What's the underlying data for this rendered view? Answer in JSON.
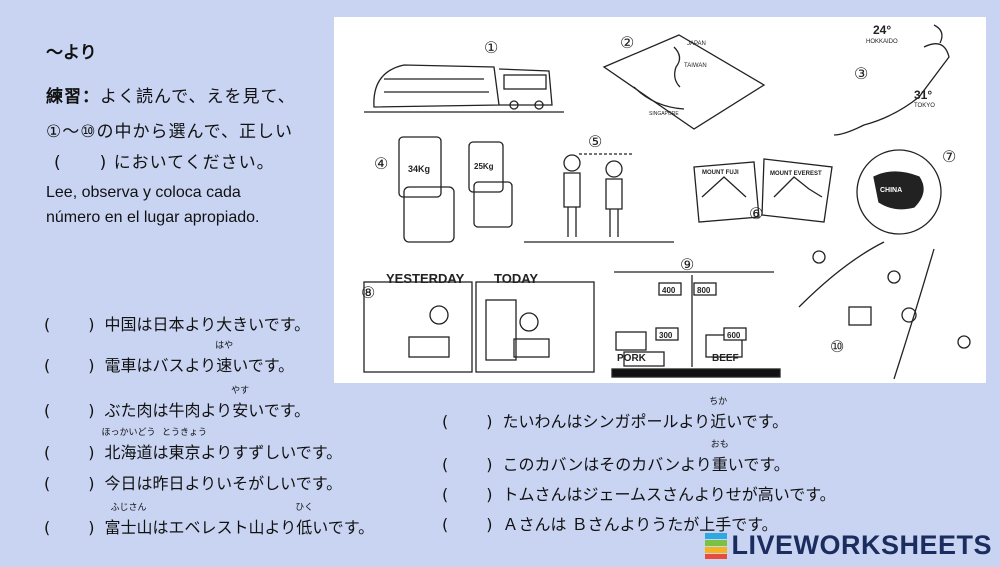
{
  "title": "〜より",
  "instructions": {
    "label": "練習：",
    "line1": "よく読んで、えを見て、",
    "line2": "①〜⑩の中から選んで、正しい",
    "line3_open": "(",
    "line3_close": ")",
    "line3_text": "においてください。",
    "spanish_line1": "Lee, observa y coloca cada",
    "spanish_line2": "número en el lugar apropiado."
  },
  "blank": {
    "open": "(",
    "close": ")"
  },
  "questions_left": [
    {
      "text": "中国は日本より大きいです。"
    },
    {
      "pre": "電車はバスより",
      "ruby_base": "速",
      "ruby_text": "はや",
      "post": "いです。"
    },
    {
      "pre": "ぶた肉は牛肉より",
      "ruby_base": "安",
      "ruby_text": "やす",
      "post": "いです。"
    },
    {
      "ruby1_base": "北海道",
      "ruby1_text": "ほっかいどう",
      "mid": "は",
      "ruby2_base": "東京",
      "ruby2_text": "とうきょう",
      "post": "よりすずしいです。"
    },
    {
      "text": "今日は昨日よりいそがしいです。"
    },
    {
      "ruby1_base": "富士山",
      "ruby1_text": "ふじさん",
      "mid": "はエベレスト山より",
      "ruby2_base": "低",
      "ruby2_text": "ひく",
      "post": "いです。"
    }
  ],
  "questions_right": [
    {
      "pre": "たいわんはシンガポールより",
      "ruby_base": "近",
      "ruby_text": "ちか",
      "post": "いです。"
    },
    {
      "pre": "このカバンはそのカバンより",
      "ruby_base": "重",
      "ruby_text": "おも",
      "post": "いです。"
    },
    {
      "text": "トムさんはジェームスさんよりせが高いです。"
    },
    {
      "text": "Ａさんは Ｂさんよりうたが上手です。"
    }
  ],
  "image": {
    "n1": "①",
    "n2": "②",
    "n3": "③",
    "n4": "④",
    "n5": "⑤",
    "n6": "⑥",
    "n7": "⑦",
    "n8": "⑧",
    "n9": "⑨",
    "n10": "⑩",
    "map_japan": "JAPAN",
    "map_taiwan": "TAIWAN",
    "map_singapore": "SINGAPORE",
    "temp_24": "24°",
    "hokkaido": "HOKKAIDO",
    "temp_31": "31°",
    "tokyo": "TOKYO",
    "weight_34": "34Kg",
    "weight_25": "25Kg",
    "mount_fuji": "MOUNT FUJI",
    "mount_everest": "MOUNT EVEREST",
    "china": "CHINA",
    "yesterday": "YESTERDAY",
    "today": "TODAY",
    "price_400": "400",
    "price_800": "800",
    "price_300": "300",
    "price_600": "600",
    "pork": "PORK",
    "beef": "BEEF"
  },
  "watermark": "LIVEWORKSHEETS",
  "colors": {
    "background": "#c8d4f2",
    "panel": "#ffffff",
    "watermark": "#1b2d5e"
  }
}
